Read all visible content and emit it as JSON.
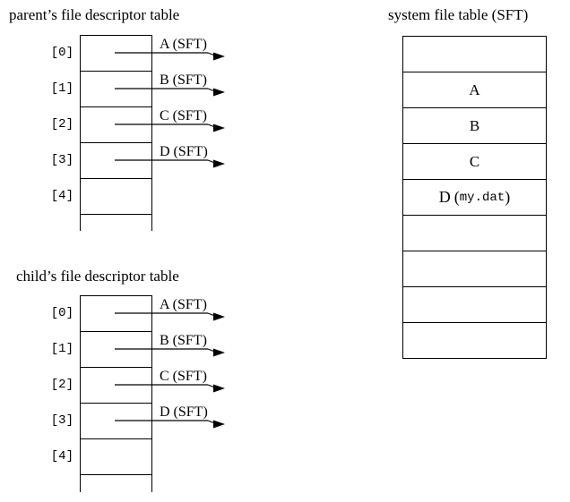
{
  "diagram": {
    "background": "#ffffff",
    "line_color": "#000000"
  },
  "parent_table": {
    "title": "parent’s file descriptor table",
    "indices": [
      "[0]",
      "[1]",
      "[2]",
      "[3]",
      "[4]"
    ],
    "pointers": [
      "A (SFT)",
      "B (SFT)",
      "C (SFT)",
      "D (SFT)"
    ]
  },
  "child_table": {
    "title": "child’s file descriptor table",
    "indices": [
      "[0]",
      "[1]",
      "[2]",
      "[3]",
      "[4]"
    ],
    "pointers": [
      "A (SFT)",
      "B (SFT)",
      "C (SFT)",
      "D (SFT)"
    ]
  },
  "sft_table": {
    "title": "system file table (SFT)",
    "cells": [
      "",
      "A",
      "B",
      "C",
      "D (my.dat)",
      "",
      "",
      "",
      ""
    ],
    "d_cell": {
      "main": "D",
      "open": "(",
      "file": "my.dat",
      "close": ")"
    }
  }
}
